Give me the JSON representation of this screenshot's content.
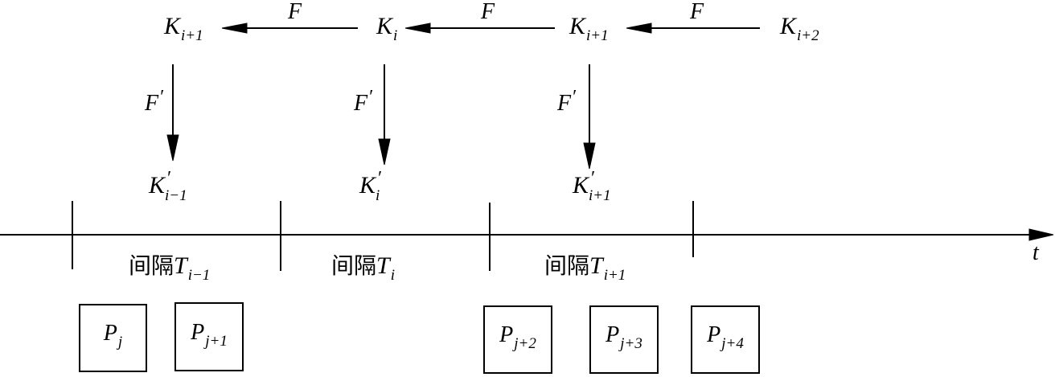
{
  "keys": [
    {
      "base": "K",
      "sub": "i+1"
    },
    {
      "base": "K",
      "sub": "i"
    },
    {
      "base": "K",
      "sub": "i+1"
    },
    {
      "base": "K",
      "sub": "i+2"
    }
  ],
  "f_arrows": [
    {
      "label": "F"
    },
    {
      "label": "F"
    },
    {
      "label": "F"
    }
  ],
  "fprime_arrows": [
    {
      "label": "F",
      "prime": "′"
    },
    {
      "label": "F",
      "prime": "′"
    },
    {
      "label": "F",
      "prime": "′"
    }
  ],
  "derived_keys": [
    {
      "base": "K",
      "prime": "′",
      "sub": "i−1"
    },
    {
      "base": "K",
      "prime": "′",
      "sub": "i"
    },
    {
      "base": "K",
      "prime": "′",
      "sub": "i+1"
    }
  ],
  "intervals": [
    {
      "prefix": "间隔",
      "base": "T",
      "sub": "i−1"
    },
    {
      "prefix": "间隔",
      "base": "T",
      "sub": "i"
    },
    {
      "prefix": "间隔",
      "base": "T",
      "sub": "i+1"
    }
  ],
  "axis_label": "t",
  "packets": [
    {
      "base": "P",
      "sub": "j"
    },
    {
      "base": "P",
      "sub": "j+1"
    },
    {
      "base": "P",
      "sub": "j+2"
    },
    {
      "base": "P",
      "sub": "j+3"
    },
    {
      "base": "P",
      "sub": "j+4"
    }
  ]
}
